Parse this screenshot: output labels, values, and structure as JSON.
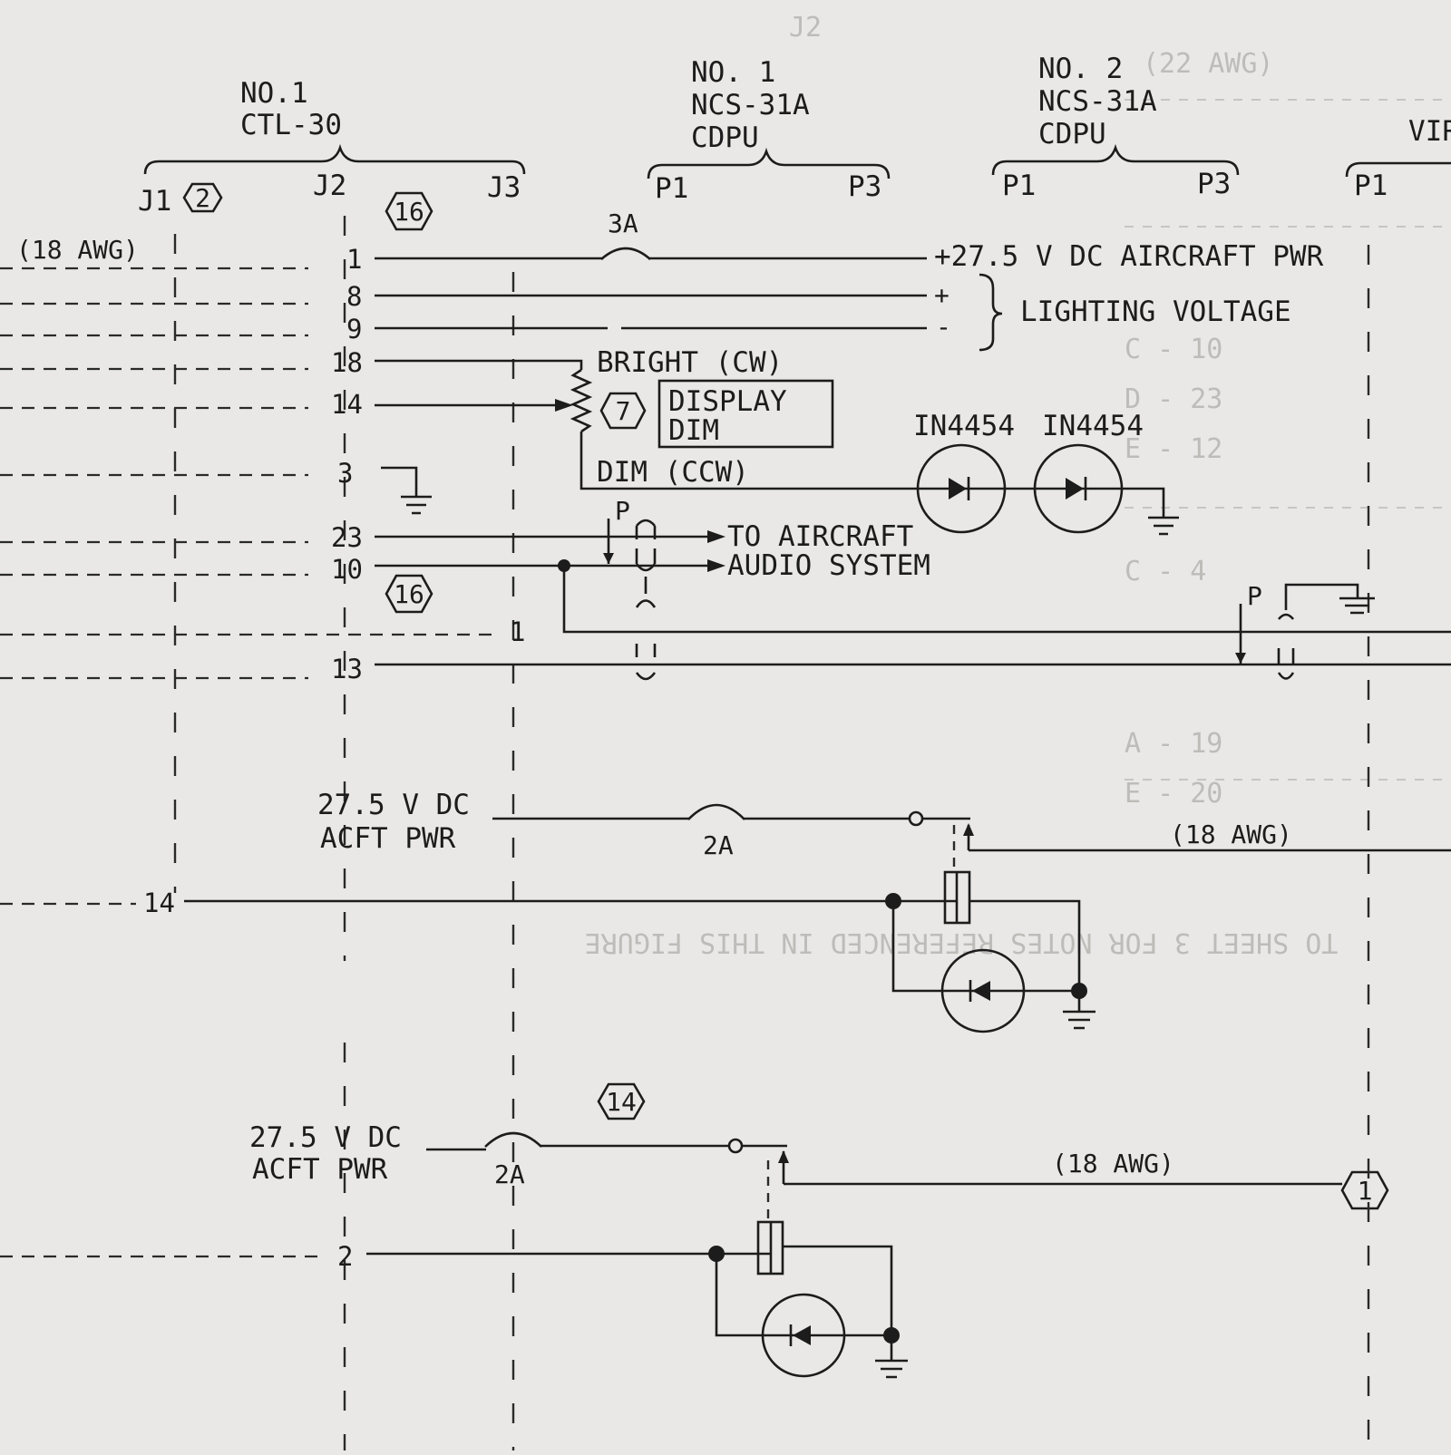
{
  "units": {
    "ctl30": {
      "line1": "NO.1",
      "line2": "CTL-30",
      "connectors": [
        "J1",
        "J2",
        "J3"
      ]
    },
    "cdpu1": {
      "line1": "NO. 1",
      "line2": "NCS-31A",
      "line3": "CDPU",
      "connectors": [
        "P1",
        "P3"
      ]
    },
    "cdpu2": {
      "line1": "NO. 2",
      "line2": "NCS-31A",
      "line3": "CDPU",
      "connectors": [
        "P1",
        "P3"
      ]
    },
    "vir": {
      "line1": "VIR",
      "connectors": [
        "P1"
      ]
    }
  },
  "notes": {
    "j1": "2",
    "j2_top": "16",
    "j2_mid": "16",
    "dim": "7",
    "relay2": "14",
    "vir_p1": "1"
  },
  "pins": {
    "p1": "1",
    "p8": "8",
    "p9": "9",
    "p18": "18",
    "p14": "14",
    "p3": "3",
    "p23": "23",
    "p10": "10",
    "j3_1": "1",
    "p13": "13",
    "j1_14": "14",
    "j1_2": "2"
  },
  "labels": {
    "awg_top": "(18 AWG)",
    "fuse_3a": "3A",
    "aircraft_pwr": "+27.5 V DC AIRCRAFT PWR",
    "plus": "+",
    "minus": "-",
    "lighting_voltage": "LIGHTING VOLTAGE",
    "bright": "BRIGHT (CW)",
    "dim_ccw": "DIM (CCW)",
    "display_dim_1": "DISPLAY",
    "display_dim_2": "DIM",
    "diode_a": "IN4454",
    "diode_b": "IN4454",
    "to_aircraft": "TO AIRCRAFT",
    "audio_system": "AUDIO SYSTEM",
    "p_marker": "P",
    "acft_pwr_1a": "27.5 V DC",
    "acft_pwr_1b": "ACFT PWR",
    "fuse_2a_1": "2A",
    "awg_mid": "(18 AWG)",
    "acft_pwr_2a": "27.5 V DC",
    "acft_pwr_2b": "ACFT PWR",
    "fuse_2a_2": "2A",
    "awg_low": "(18 AWG)"
  },
  "bleedthrough": {
    "note": "TO SHEET 3 FOR NOTES REFERENCED IN THIS FIGURE",
    "top": "J2",
    "awg": "(22 AWG)",
    "codes": [
      "C - 10",
      "D - 23",
      "E - 12",
      "C - 4",
      "A - 19",
      "E - 20"
    ]
  },
  "colors": {
    "ink": "#1c1c1c",
    "paper": "#e9e8e6",
    "bleed": "#bdbcb9"
  }
}
